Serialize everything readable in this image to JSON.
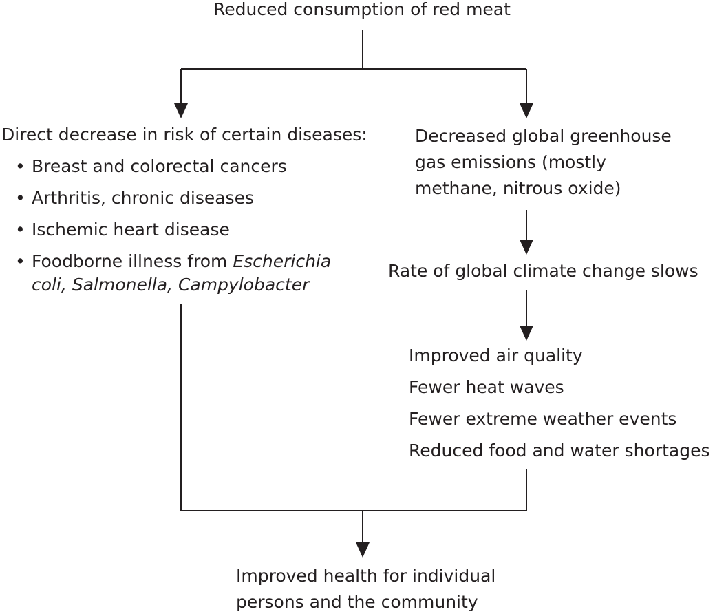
{
  "top_node": "Reduced consumption of red meat",
  "health_branch": {
    "heading": "Direct decrease in risk of certain diseases:",
    "bullet": "•",
    "items": [
      "Breast and colorectal cancers",
      "Arthritis, chronic diseases",
      "Ischemic heart disease"
    ],
    "foodborne_prefix": "Foodborne illness from ",
    "foodborne_italic_1": "Escherichia",
    "foodborne_italic_2": "coli, Salmonella, Campylobacter"
  },
  "climate_branch": {
    "emissions_lines": [
      "Decreased global greenhouse",
      "gas emissions (mostly",
      "methane, nitrous oxide)"
    ],
    "climate_change": "Rate of global climate change slows",
    "outcomes": [
      "Improved air quality",
      "Fewer heat waves",
      "Fewer extreme weather events",
      "Reduced food and water shortages"
    ]
  },
  "bottom_node_lines": [
    "Improved health for individual",
    "persons and the community"
  ]
}
